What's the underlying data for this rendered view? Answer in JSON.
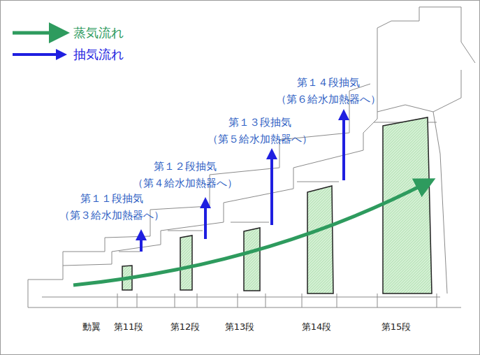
{
  "diagram": {
    "labels": [
      "第１１段抽気 （第３給水加熱器へ）",
      "第１２段抽気 （第４給水加熱器へ）",
      "第１３段抽気 （第５給水加熱器へ）",
      "第１４段抽気 （第６給水加熱器へ）",
      "動翼",
      "第11段",
      "第12段",
      "第13段",
      "第14段",
      "第15段"
    ],
    "legend": [
      {
        "text": "蒸気流れ"
      },
      {
        "text": "抽気流れ"
      }
    ]
  }
}
